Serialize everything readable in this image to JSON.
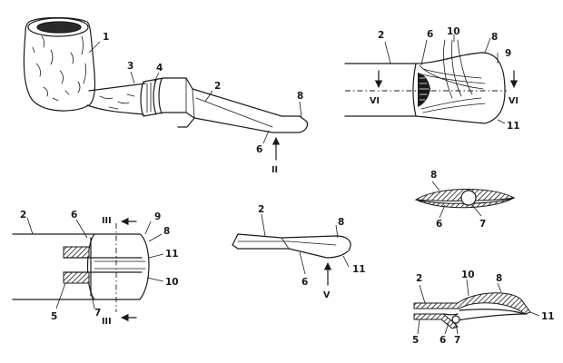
{
  "figures": {
    "pipe": {
      "labels": {
        "bowl": "1",
        "stem": "2",
        "shank": "3",
        "ferrule": "4",
        "tip": "8",
        "underside": "6",
        "view_arrow": "II"
      }
    },
    "mouthpiece_top": {
      "labels": {
        "stem": "2",
        "channel": "6",
        "grooves": "10",
        "tip": "8",
        "edge": "9",
        "bottom_edge": "11",
        "section_left": "VI",
        "section_right": "VI"
      }
    },
    "cross_section_oval": {
      "labels": {
        "shell": "8",
        "lower_wall": "6",
        "bore": "7"
      }
    },
    "section_view": {
      "labels": {
        "stem": "2",
        "channel": "6",
        "section_top": "III",
        "edge": "9",
        "tip": "8",
        "bottom_edge": "11",
        "grooves": "10",
        "insert": "5",
        "bore": "7",
        "section_bottom": "III"
      }
    },
    "mouthpiece_side": {
      "labels": {
        "stem": "2",
        "tip": "8",
        "underside": "6",
        "bottom_edge": "11",
        "view_arrow": "V"
      }
    },
    "longitudinal_section": {
      "labels": {
        "stem": "2",
        "grooves": "10",
        "tip": "8",
        "insert": "5",
        "channel": "6",
        "bore": "7",
        "bottom_edge": "11"
      }
    }
  }
}
